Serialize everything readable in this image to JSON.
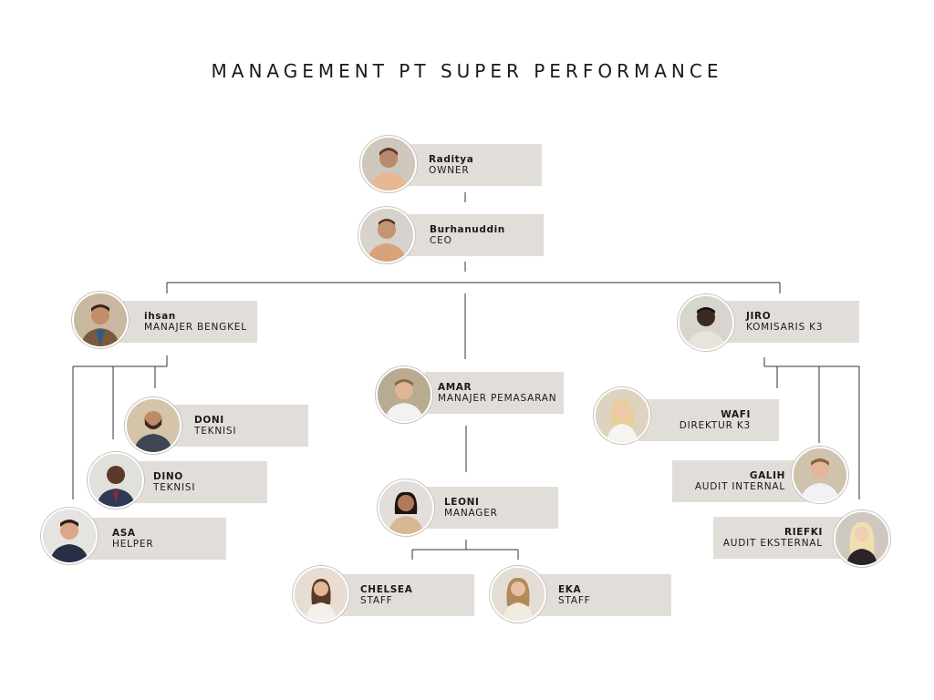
{
  "title": "MANAGEMENT PT SUPER PERFORMANCE",
  "colors": {
    "card": "#e1ddd8",
    "line": "#333333",
    "text": "#1a1a1a"
  },
  "people": {
    "raditya": {
      "name": "Raditya",
      "role": "OWNER",
      "icon": "person-photo"
    },
    "burhanuddin": {
      "name": "Burhanuddin",
      "role": "CEO",
      "icon": "person-photo"
    },
    "ihsan": {
      "name": "ihsan",
      "role": "MANAJER BENGKEL",
      "icon": "person-photo"
    },
    "jiro": {
      "name": "JIRO",
      "role": "KOMISARIS K3",
      "icon": "person-photo"
    },
    "amar": {
      "name": "AMAR",
      "role": "MANAJER PEMASARAN",
      "icon": "person-photo"
    },
    "doni": {
      "name": "DONI",
      "role": "TEKNISI",
      "icon": "person-photo"
    },
    "dino": {
      "name": "DINO",
      "role": "TEKNISI",
      "icon": "person-photo"
    },
    "asa": {
      "name": "ASA",
      "role": "HELPER",
      "icon": "person-photo"
    },
    "leoni": {
      "name": "LEONI",
      "role": "MANAGER",
      "icon": "person-photo"
    },
    "chelsea": {
      "name": "CHELSEA",
      "role": "STAFF",
      "icon": "person-photo"
    },
    "eka": {
      "name": "EKA",
      "role": "STAFF",
      "icon": "person-photo"
    },
    "wafi": {
      "name": "WAFI",
      "role": "DIREKTUR K3",
      "icon": "person-photo"
    },
    "galih": {
      "name": "GALIH",
      "role": "AUDIT INTERNAL",
      "icon": "person-photo"
    },
    "riefki": {
      "name": "RIEFKI",
      "role": "AUDIT EKSTERNAL",
      "icon": "person-photo"
    }
  }
}
